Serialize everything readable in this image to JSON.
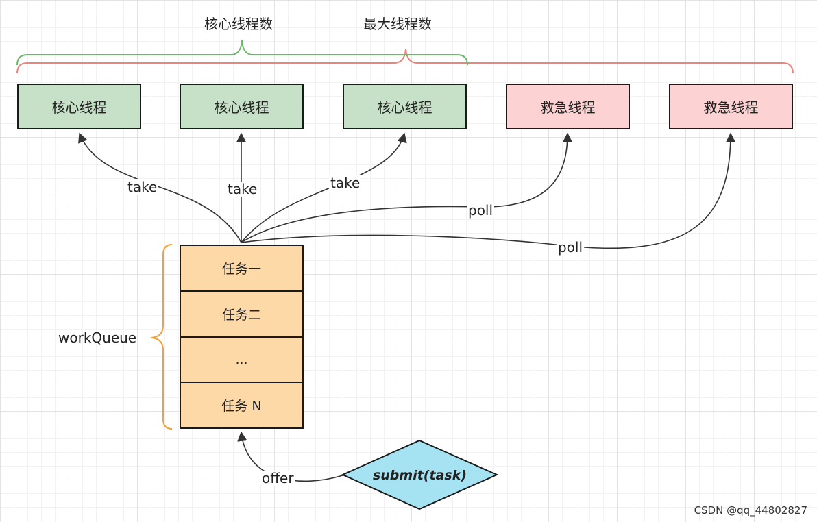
{
  "top_labels": {
    "core_count": "核心线程数",
    "max_count": "最大线程数"
  },
  "threads": [
    {
      "label": "核心线程",
      "kind": "core"
    },
    {
      "label": "核心线程",
      "kind": "core"
    },
    {
      "label": "核心线程",
      "kind": "core"
    },
    {
      "label": "救急线程",
      "kind": "rescue"
    },
    {
      "label": "救急线程",
      "kind": "rescue"
    }
  ],
  "edges": {
    "take_1": "take",
    "take_2": "take",
    "take_3": "take",
    "poll_1": "poll",
    "poll_2": "poll",
    "offer": "offer"
  },
  "queue": {
    "name": "workQueue",
    "tasks": [
      "任务一",
      "任务二",
      "...",
      "任务 N"
    ]
  },
  "submit": "submit(task)",
  "watermark": "CSDN @qq_44802827",
  "colors": {
    "core_fill": "#c7e1c8",
    "rescue_fill": "#fdd2d3",
    "queue_fill": "#fcd9a6",
    "submit_fill": "#a5e3f3",
    "core_brace": "#6bb86b",
    "max_brace": "#e8857d",
    "queue_brace": "#f2a23a"
  }
}
